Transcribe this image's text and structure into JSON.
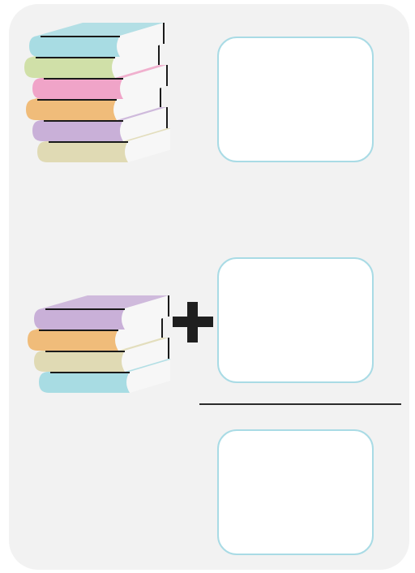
{
  "worksheet": {
    "background_color": "#f2f2f2",
    "box_border_color": "#a9dbe5",
    "operator_symbol": "plus",
    "top_stack": {
      "book_count": 6,
      "book_colors": [
        "#a8dce3",
        "#d0e0a8",
        "#f0a4c8",
        "#f0bc7a",
        "#c9b0d8",
        "#e0dab4"
      ]
    },
    "bottom_stack": {
      "book_count": 4,
      "book_colors": [
        "#c9b0d8",
        "#f0bc7a",
        "#e0dab4",
        "#a8dce3"
      ]
    },
    "answer_boxes": [
      "",
      "",
      ""
    ]
  }
}
